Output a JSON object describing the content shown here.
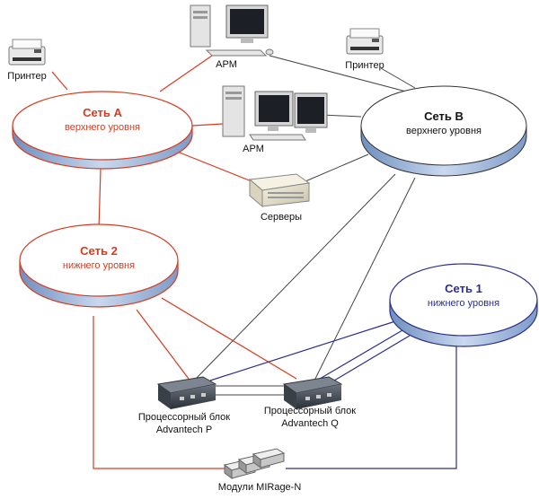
{
  "colors": {
    "upper_link": "#d93a1e",
    "lower_link": "#2b2f8c",
    "gray_link": "#444444",
    "net_a_text": "#d93a1e",
    "net_2_text": "#d93a1e",
    "net_1_text": "#2b2f8c",
    "net_b_text": "#111111"
  },
  "networks": {
    "a": {
      "title": "Сеть А",
      "subtitle": "верхнего уровня"
    },
    "b": {
      "title": "Сеть B",
      "subtitle": "верхнего уровня"
    },
    "n2": {
      "title": "Сеть 2",
      "subtitle": "нижнего уровня"
    },
    "n1": {
      "title": "Сеть 1",
      "subtitle": "нижнего уровня"
    }
  },
  "devices": {
    "printer_left": "Принтер",
    "printer_right": "Принтер",
    "arm_top": "АРМ",
    "arm_middle": "АРМ",
    "servers": "Серверы",
    "proc_p_line1": "Процессорный блок",
    "proc_p_line2": "Advantech P",
    "proc_q_line1": "Процессорный блок",
    "proc_q_line2": "Advantech Q",
    "modules": "Модули MIRage-N"
  }
}
